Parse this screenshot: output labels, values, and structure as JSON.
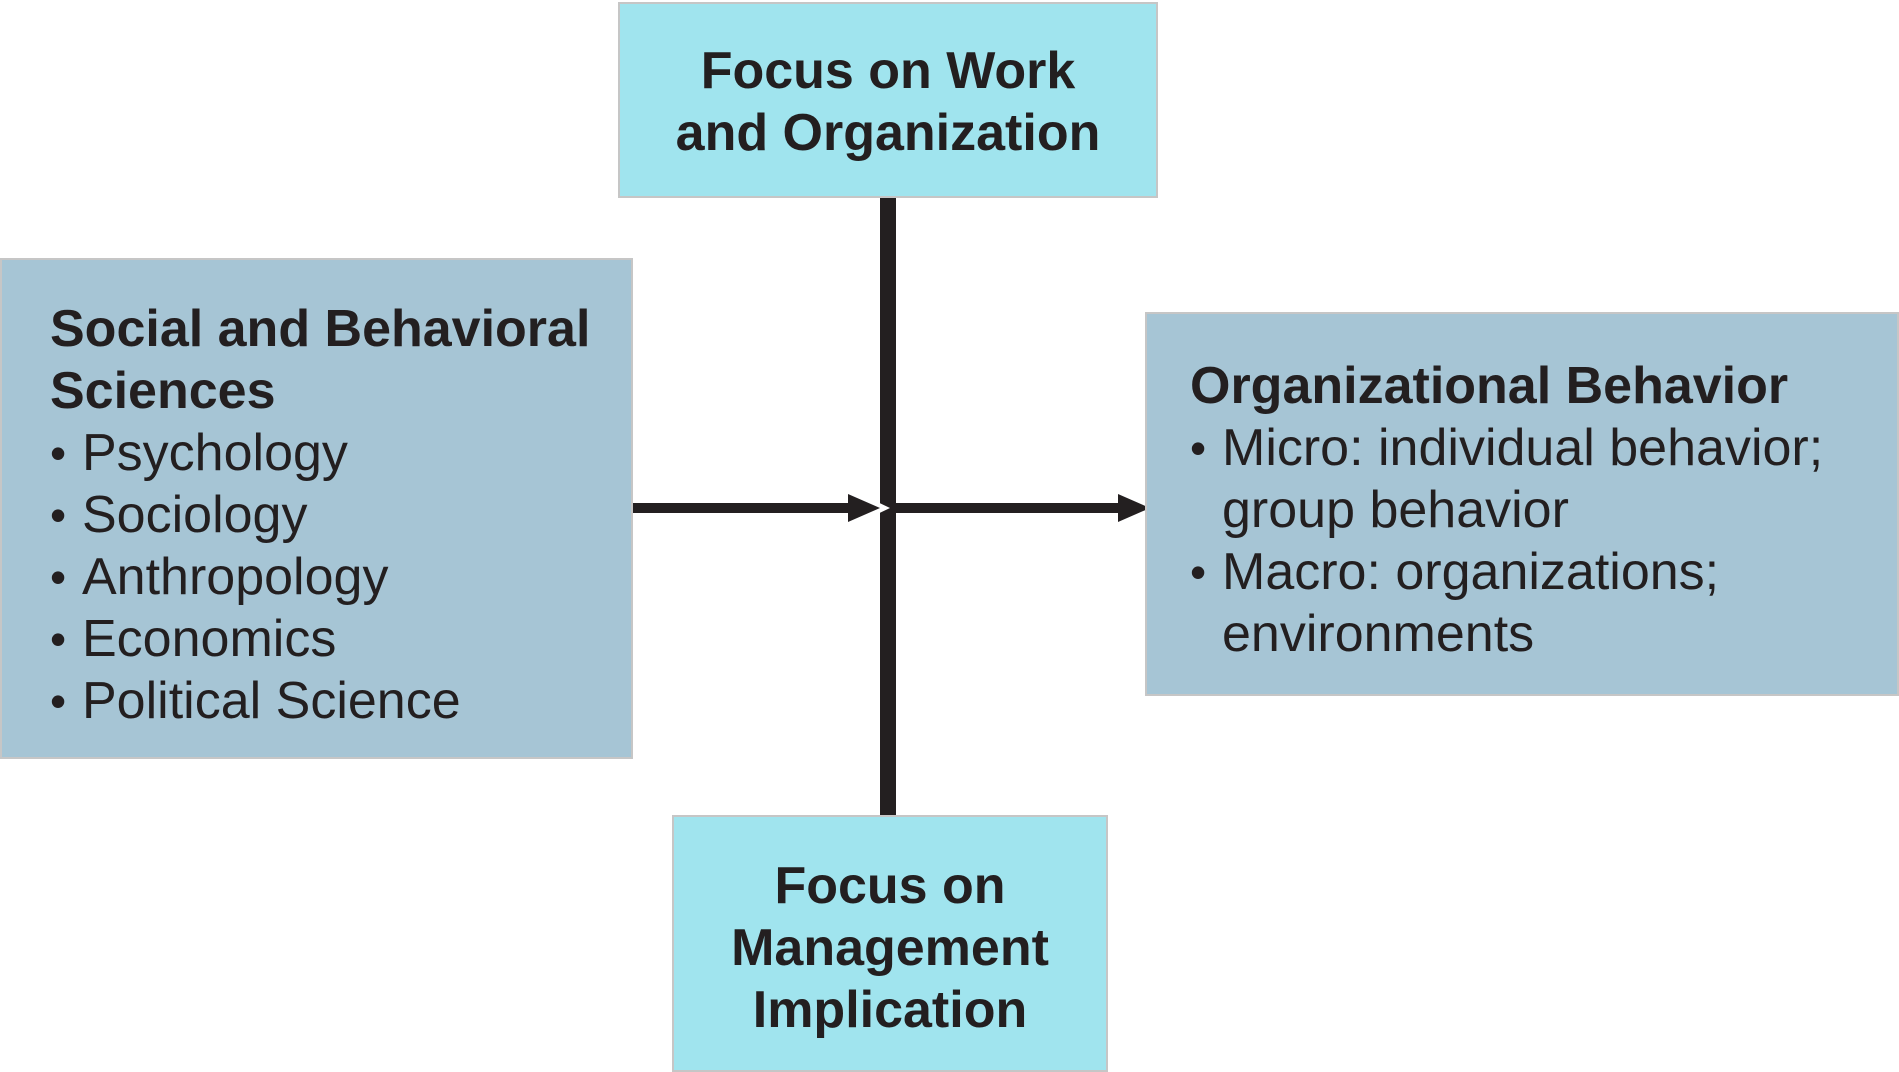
{
  "colors": {
    "cyan_box": "#a0e4ee",
    "bluegray_box": "#a6c5d5",
    "line_and_text": "#231f20",
    "box_border": "#c6c6c6",
    "background": "#ffffff"
  },
  "bullet_char": "•",
  "top_box": {
    "line1": "Focus on Work",
    "line2": "and Organization"
  },
  "left_box": {
    "title_line1": "Social and Behavioral",
    "title_line2": "Sciences",
    "bullets": [
      "Psychology",
      "Sociology",
      "Anthropology",
      "Economics",
      "Political Science"
    ]
  },
  "right_box": {
    "title": "Organizational Behavior",
    "bullets": [
      {
        "line1": "Micro: individual behavior;",
        "line2": "group behavior"
      },
      {
        "line1": "Macro: organizations;",
        "line2": "environments"
      }
    ]
  },
  "bottom_box": {
    "line1": "Focus on",
    "line2": "Management",
    "line3": "Implication"
  }
}
